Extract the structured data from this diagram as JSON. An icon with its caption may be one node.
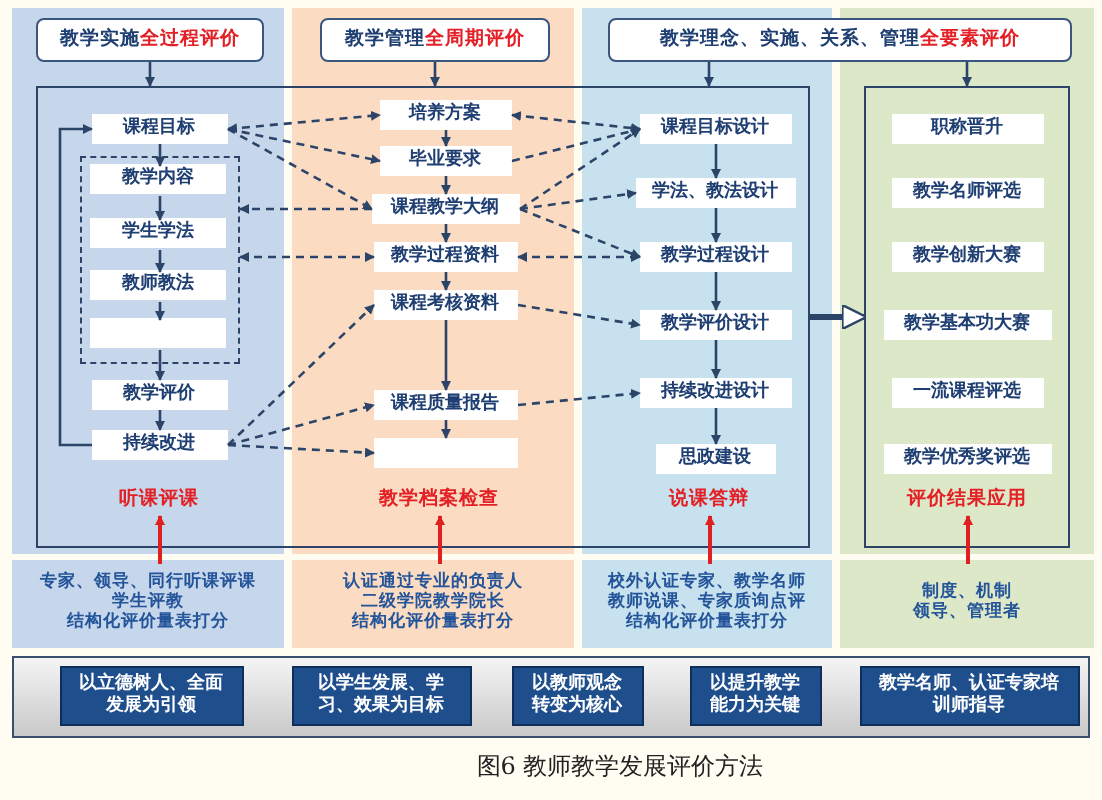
{
  "diagram": {
    "caption": "图6 教师教学发展评价方法",
    "nodes": [
      {
        "text": [
          "教学实施",
          "全过程评价"
        ]
      },
      {
        "text": [
          "教学管理",
          "全周期评价"
        ]
      },
      {
        "text": [
          "教学理念、实施、关系、管理",
          "全要素评价"
        ]
      },
      {
        "text": [],
        "shape": "box"
      },
      {
        "text": [
          "课程目标"
        ],
        "in": 3
      },
      {
        "text": [],
        "shape": "box",
        "in": 3
      },
      {
        "text": [
          "教学内容"
        ],
        "in": 5
      },
      {
        "text": [
          "学生学法"
        ],
        "in": 5
      },
      {
        "text": [
          "教师教法"
        ],
        "in": 5
      },
      {
        "text": [],
        "shape": "box",
        "in": 5
      },
      {
        "text": [
          "教学评价"
        ],
        "in": 3
      },
      {
        "text": [
          "持续改进"
        ],
        "in": 3
      },
      {
        "text": [
          "培养方案"
        ],
        "in": 3
      },
      {
        "text": [
          "毕业要求"
        ],
        "in": 3
      },
      {
        "text": [
          "课程教学大纲"
        ],
        "in": 3
      },
      {
        "text": [
          "教学过程资料"
        ],
        "in": 3
      },
      {
        "text": [
          "课程考核资料"
        ],
        "in": 3
      },
      {
        "text": [
          "课程质量报告"
        ],
        "in": 3
      },
      {
        "text": [],
        "shape": "box",
        "in": 3
      },
      {
        "text": [
          "课程目标设计"
        ],
        "in": 3
      },
      {
        "text": [
          "学法、教法设计"
        ],
        "in": 3
      },
      {
        "text": [
          "教学过程设计"
        ],
        "in": 3
      },
      {
        "text": [
          "教学评价设计"
        ],
        "in": 3
      },
      {
        "text": [
          "持续改进设计"
        ],
        "in": 3
      },
      {
        "text": [
          "思政建设"
        ],
        "in": 3
      },
      {
        "text": [
          "听课评课"
        ],
        "in": 3
      },
      {
        "text": [
          "教学档案检查"
        ],
        "in": 3
      },
      {
        "text": [
          "说课答辩"
        ],
        "in": 3
      },
      {
        "text": [],
        "shape": "box"
      },
      {
        "text": [
          "职称晋升"
        ],
        "in": 28
      },
      {
        "text": [
          "教学名师评选"
        ],
        "in": 28
      },
      {
        "text": [
          "教学创新大赛"
        ],
        "in": 28
      },
      {
        "text": [
          "教学基本功大赛"
        ],
        "in": 28
      },
      {
        "text": [
          "一流课程评选"
        ],
        "in": 28
      },
      {
        "text": [
          "教学优秀奖评选"
        ],
        "in": 28
      },
      {
        "text": [
          "评价结果应用"
        ],
        "in": 28
      },
      {
        "text": [
          "专家、领导、同行听课评课",
          "学生评教",
          "结构化评价量表打分"
        ]
      },
      {
        "text": [
          "认证通过专业的负责人",
          "二级学院教学院长",
          "结构化评价量表打分"
        ]
      },
      {
        "text": [
          "校外认证专家、教学名师",
          "教师说课、专家质询点评",
          "结构化评价量表打分"
        ]
      },
      {
        "text": [
          "制度、机制",
          "领导、管理者"
        ]
      },
      {
        "text": [],
        "shape": "box"
      },
      {
        "text": [
          "以立德树人、全面发展为引领"
        ],
        "in": 40
      },
      {
        "text": [
          "以学生发展、学习、效果为目标"
        ],
        "in": 40
      },
      {
        "text": [
          "以教师观念转变为核心"
        ],
        "in": 40
      },
      {
        "text": [
          "以提升教学能力为关键"
        ],
        "in": 40
      },
      {
        "text": [
          "教学名师、认证专家培训师指导"
        ],
        "in": 40
      }
    ],
    "edges": [
      {
        "from": 0,
        "to": 3,
        "arrow": "to"
      },
      {
        "from": 1,
        "to": 3,
        "arrow": "to"
      },
      {
        "from": 2,
        "to": 3,
        "arrow": "to"
      },
      {
        "from": 2,
        "to": 28,
        "arrow": "to"
      },
      {
        "from": 3,
        "to": 28,
        "arrow": "to",
        "style": "thick"
      },
      {
        "from": 4,
        "to": 6,
        "arrow": "to"
      },
      {
        "from": 6,
        "to": 7,
        "arrow": "to"
      },
      {
        "from": 7,
        "to": 8,
        "arrow": "to"
      },
      {
        "from": 8,
        "to": 9,
        "arrow": "to"
      },
      {
        "from": 9,
        "to": 10,
        "arrow": "to"
      },
      {
        "from": 10,
        "to": 11,
        "arrow": "to"
      },
      {
        "from": 11,
        "to": 4,
        "arrow": "to"
      },
      {
        "from": 12,
        "to": 13,
        "arrow": "to"
      },
      {
        "from": 13,
        "to": 14,
        "arrow": "to"
      },
      {
        "from": 14,
        "to": 15,
        "arrow": "to"
      },
      {
        "from": 15,
        "to": 16,
        "arrow": "to"
      },
      {
        "from": 16,
        "to": 17,
        "arrow": "to"
      },
      {
        "from": 17,
        "to": 18,
        "arrow": "to"
      },
      {
        "from": 19,
        "to": 20,
        "arrow": "to"
      },
      {
        "from": 20,
        "to": 21,
        "arrow": "to"
      },
      {
        "from": 21,
        "to": 22,
        "arrow": "to"
      },
      {
        "from": 22,
        "to": 23,
        "arrow": "to"
      },
      {
        "from": 23,
        "to": 24,
        "arrow": "to"
      },
      {
        "from": 4,
        "to": 12,
        "arrow": "both",
        "style": "dashed"
      },
      {
        "from": 4,
        "to": 13,
        "arrow": "to",
        "style": "dashed"
      },
      {
        "from": 4,
        "to": 14,
        "arrow": "to",
        "style": "dashed"
      },
      {
        "from": 14,
        "to": 5,
        "arrow": "to",
        "style": "dashed"
      },
      {
        "from": 15,
        "to": 5,
        "arrow": "both",
        "style": "dashed"
      },
      {
        "from": 11,
        "to": 16,
        "arrow": "to",
        "style": "dashed"
      },
      {
        "from": 11,
        "to": 17,
        "arrow": "to",
        "style": "dashed"
      },
      {
        "from": 11,
        "to": 18,
        "arrow": "to",
        "style": "dashed"
      },
      {
        "from": 12,
        "to": 19,
        "arrow": "both",
        "style": "dashed"
      },
      {
        "from": 13,
        "to": 19,
        "arrow": "to",
        "style": "dashed"
      },
      {
        "from": 14,
        "to": 19,
        "arrow": "to",
        "style": "dashed"
      },
      {
        "from": 14,
        "to": 20,
        "arrow": "to",
        "style": "dashed"
      },
      {
        "from": 14,
        "to": 21,
        "arrow": "to",
        "style": "dashed"
      },
      {
        "from": 15,
        "to": 21,
        "arrow": "both",
        "style": "dashed"
      },
      {
        "from": 16,
        "to": 22,
        "arrow": "to",
        "style": "dashed"
      },
      {
        "from": 17,
        "to": 23,
        "arrow": "to",
        "style": "dashed"
      },
      {
        "from": 36,
        "to": 25,
        "arrow": "to",
        "color": "#e02020"
      },
      {
        "from": 37,
        "to": 26,
        "arrow": "to",
        "color": "#e02020"
      },
      {
        "from": 38,
        "to": 27,
        "arrow": "to",
        "color": "#e02020"
      },
      {
        "from": 39,
        "to": 35,
        "arrow": "to",
        "color": "#e02020"
      }
    ]
  }
}
